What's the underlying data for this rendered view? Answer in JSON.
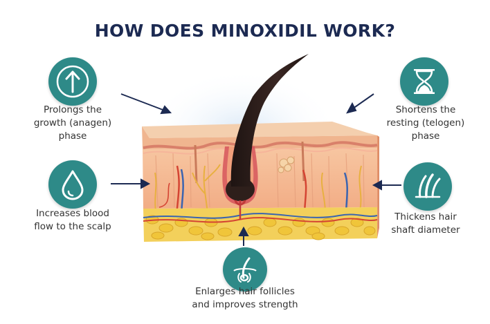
{
  "title": "HOW DOES MINOXIDIL WORK?",
  "colors": {
    "title": "#1c2a52",
    "teal": "#2e8a88",
    "text": "#333333",
    "arrow": "#1c2a52",
    "skin_top": "#f3c9a4",
    "dermis": "#f5b894",
    "fat": "#f0c53a",
    "hair": "#2b1d1a"
  },
  "callouts": [
    {
      "id": "prolongs",
      "icon": "arrow-up-icon",
      "lines": [
        "Prolongs the",
        "growth (anagen)",
        "phase"
      ]
    },
    {
      "id": "shortens",
      "icon": "hourglass-icon",
      "lines": [
        "Shortens the",
        "resting (telogen)",
        "phase"
      ]
    },
    {
      "id": "blood",
      "icon": "drop-icon",
      "lines": [
        "Increases blood",
        "flow to the scalp"
      ]
    },
    {
      "id": "thickens",
      "icon": "hair-strands-icon",
      "lines": [
        "Thickens hair",
        "shaft diameter"
      ]
    },
    {
      "id": "enlarges",
      "icon": "follicle-icon",
      "lines": [
        "Enlarges hair follicles",
        "and improves strength"
      ]
    }
  ]
}
